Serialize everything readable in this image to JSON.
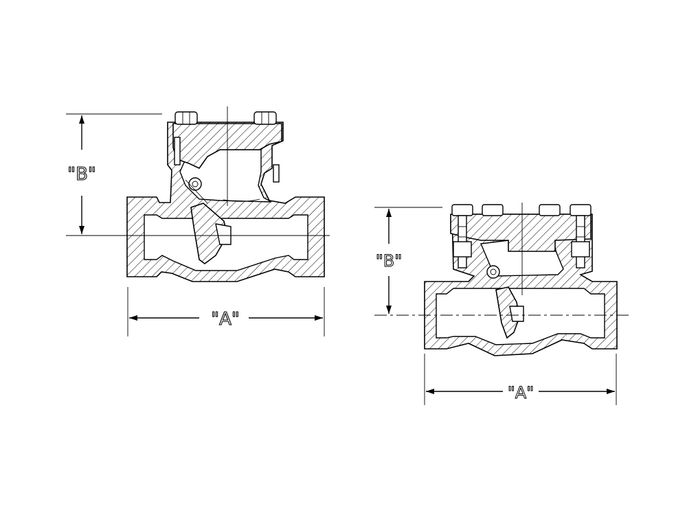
{
  "views": [
    {
      "name": "left-view",
      "dimension_labels": {
        "width": "\"A\"",
        "height": "\"B\""
      }
    },
    {
      "name": "right-view",
      "dimension_labels": {
        "width": "\"A\"",
        "height": "\"B\""
      }
    }
  ],
  "colors": {
    "line": "#000000",
    "background": "#ffffff"
  }
}
